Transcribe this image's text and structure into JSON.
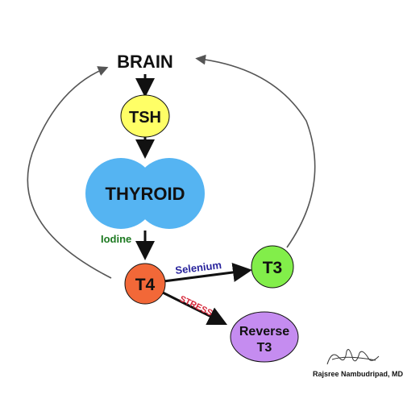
{
  "diagram": {
    "nodes": {
      "brain": "BRAIN",
      "tsh": "TSH",
      "thyroid": "THYROID",
      "t4": "T4",
      "t3": "T3",
      "reverse_t3": [
        "Reverse",
        "T3"
      ]
    },
    "edge_labels": {
      "iodine": "Iodine",
      "selenium": "Selenium",
      "stress": "STRESS"
    },
    "colors": {
      "tsh": "#ffff66",
      "thyroid": "#55b4f2",
      "t4": "#f26838",
      "t3": "#82ee4a",
      "reverse_t3": "#c58cf0",
      "iodine": "#1e7a22",
      "selenium": "#28239c",
      "stress": "#d5283a",
      "arrow": "#111111",
      "feedback_arrow": "#555555"
    }
  },
  "signature": "Rajsree Nambudripad, MD"
}
